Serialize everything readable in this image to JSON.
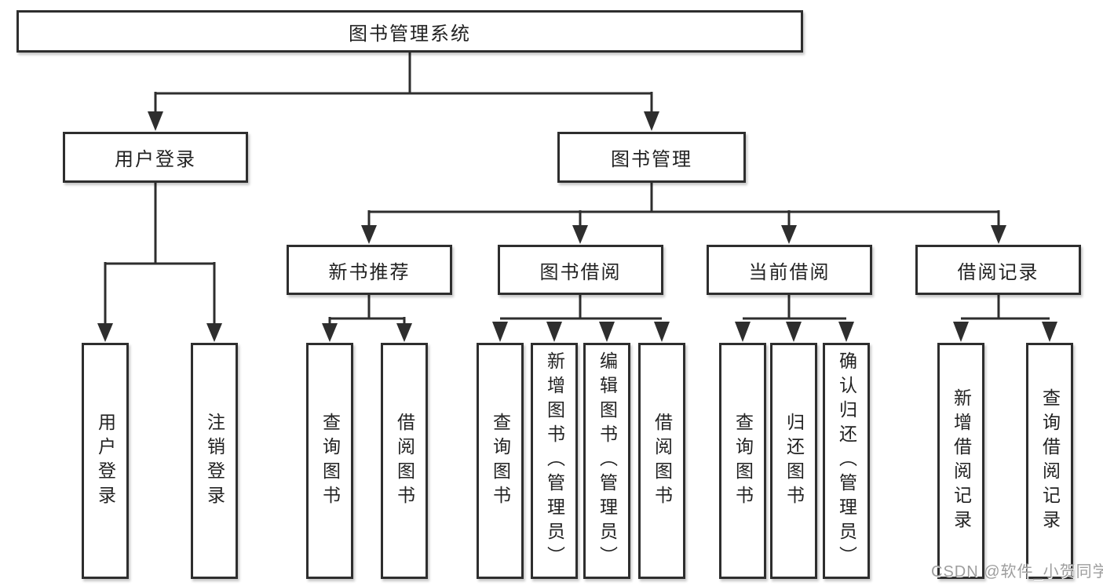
{
  "diagram": {
    "root": {
      "label": "图书管理系统"
    },
    "branches": [
      {
        "label": "用户登录",
        "children": [
          {
            "label": "用户登录"
          },
          {
            "label": "注销登录"
          }
        ]
      },
      {
        "label": "图书管理",
        "children": [
          {
            "label": "新书推荐",
            "children": [
              {
                "label": "查询图书"
              },
              {
                "label": "借阅图书"
              }
            ]
          },
          {
            "label": "图书借阅",
            "children": [
              {
                "label": "查询图书"
              },
              {
                "label": "新增图书（管理员）"
              },
              {
                "label": "编辑图书（管理员）"
              },
              {
                "label": "借阅图书"
              }
            ]
          },
          {
            "label": "当前借阅",
            "children": [
              {
                "label": "查询图书"
              },
              {
                "label": "归还图书"
              },
              {
                "label": "确认归还（管理员）"
              }
            ]
          },
          {
            "label": "借阅记录",
            "children": [
              {
                "label": "新增借阅记录"
              },
              {
                "label": "查询借阅记录"
              }
            ]
          }
        ]
      }
    ]
  },
  "watermark": {
    "text": "CSDN @软件_小贺同学"
  },
  "colors": {
    "line": "#2e2e2e",
    "box_border": "#2e2e2e",
    "text": "#222222",
    "background": "#ffffff",
    "watermark": "#9e9e9e"
  }
}
